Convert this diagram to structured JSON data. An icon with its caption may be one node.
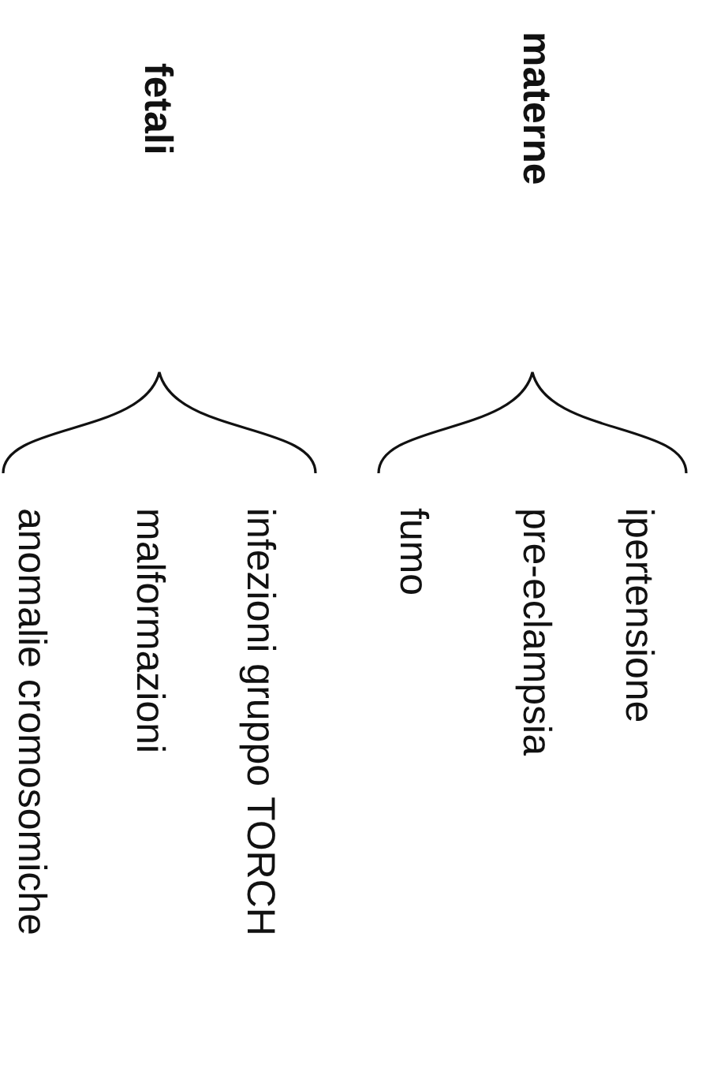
{
  "diagram": {
    "labels": [
      "materne",
      "fetali",
      "ipertensione",
      "pre-eclampsia",
      "fumo",
      "infezioni gruppo TORCH",
      "malformazioni",
      "anomalie cromosomiche"
    ]
  }
}
